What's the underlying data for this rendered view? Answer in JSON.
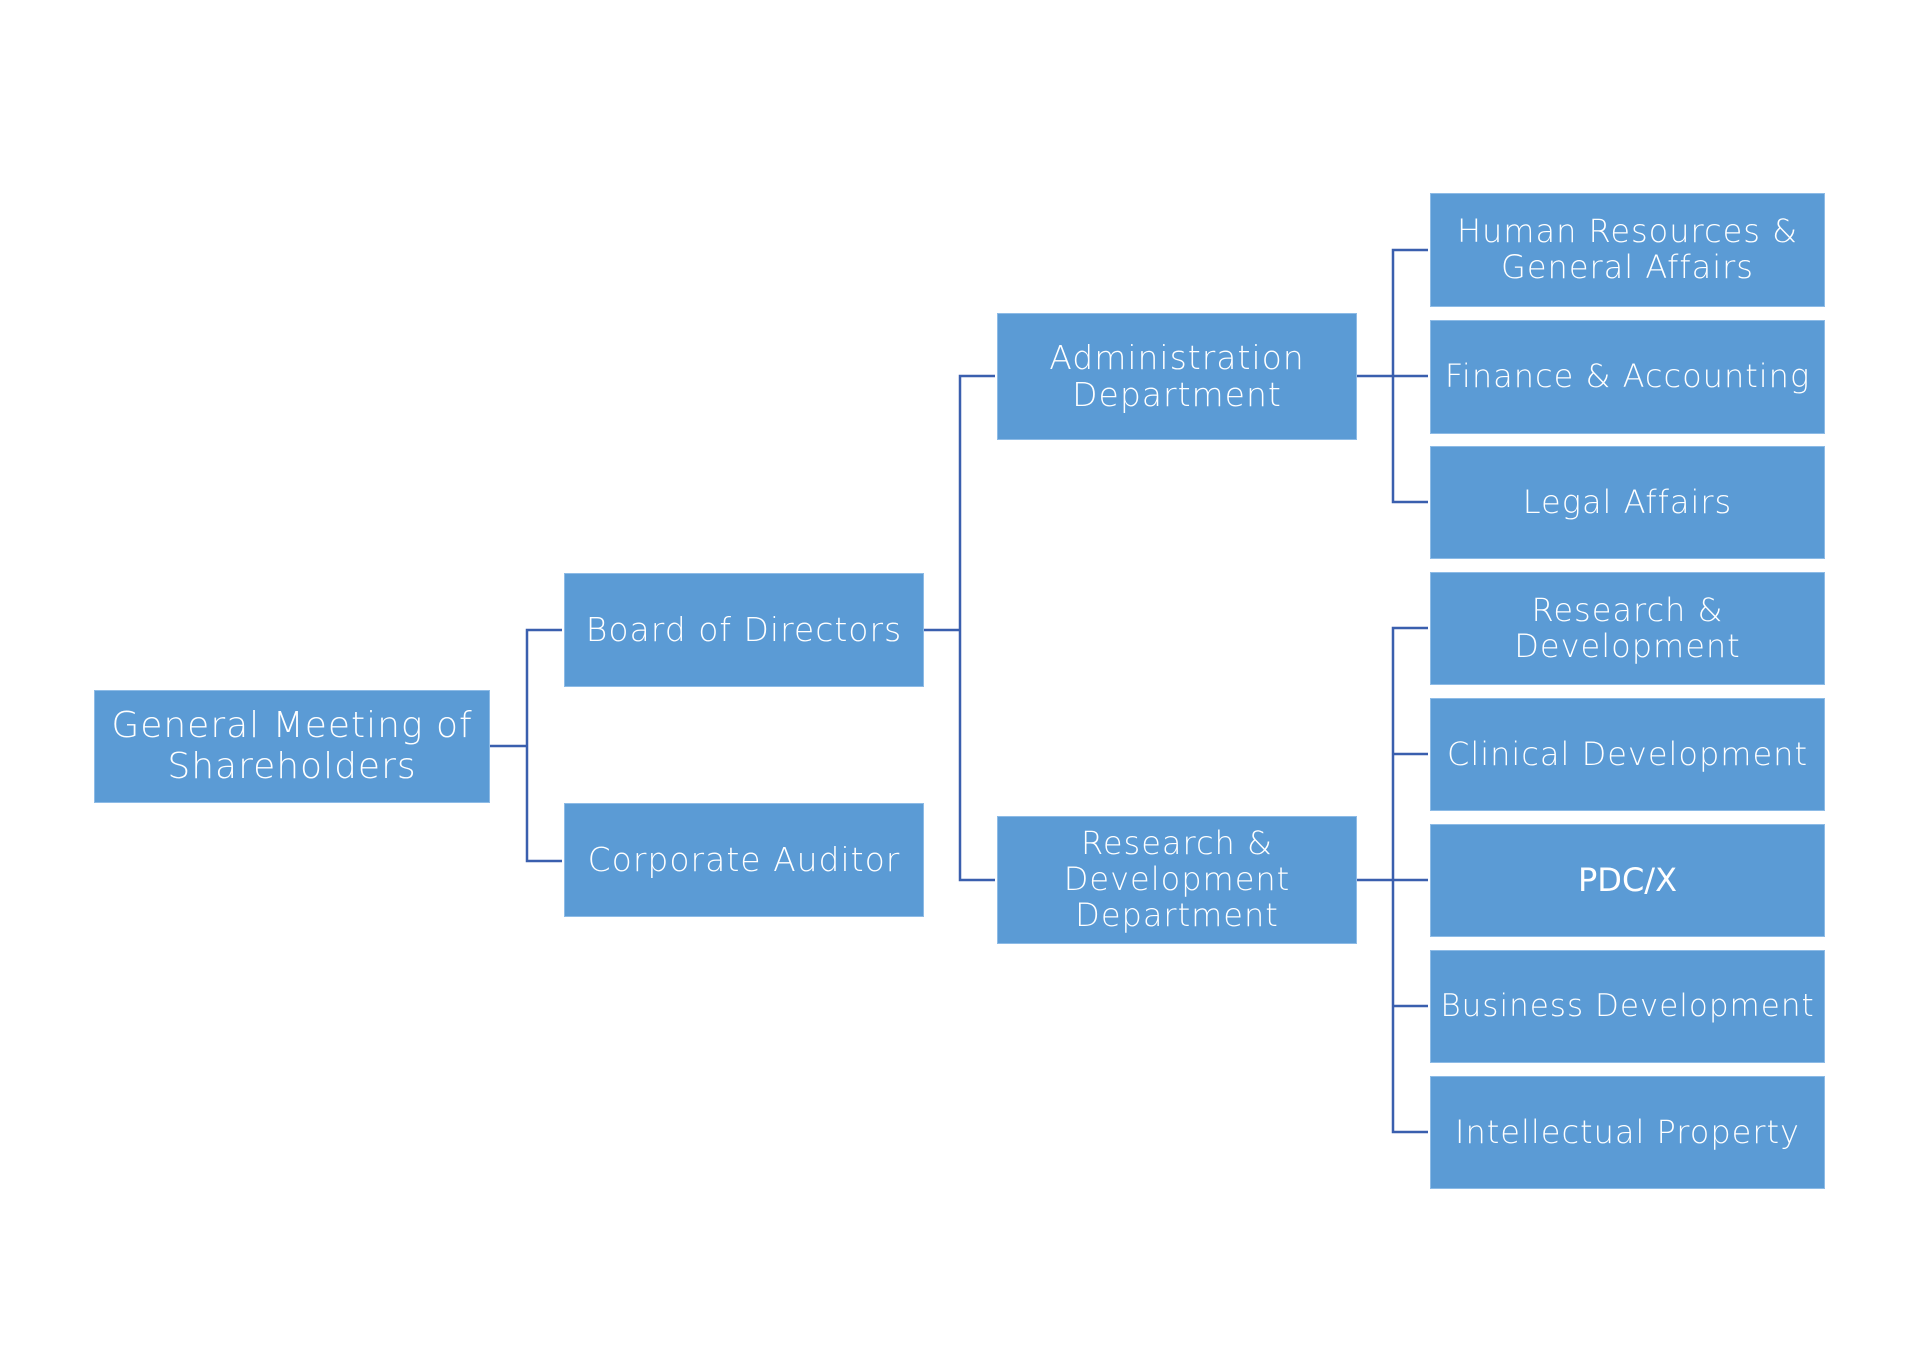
{
  "diagram": {
    "type": "org-chart",
    "colors": {
      "box_fill": "#5b9bd5",
      "box_text": "#ffffff",
      "connector": "#3a5fae",
      "background": "#ffffff"
    },
    "root": {
      "id": "gms",
      "label": "General Meeting of\nShareholders",
      "children": [
        {
          "id": "board",
          "label": "Board of Directors",
          "children": [
            {
              "id": "admin",
              "label": "Administration\nDepartment",
              "children": [
                {
                  "id": "hr",
                  "label": "Human Resources &\nGeneral Affairs"
                },
                {
                  "id": "finance",
                  "label": "Finance & Accounting"
                },
                {
                  "id": "legal",
                  "label": "Legal Affairs"
                }
              ]
            },
            {
              "id": "rnd-dept",
              "label": "Research &\nDevelopment\nDepartment",
              "children": [
                {
                  "id": "rnd",
                  "label": "Research &\nDevelopment"
                },
                {
                  "id": "clinical",
                  "label": "Clinical Development"
                },
                {
                  "id": "pdcx",
                  "label": "PDC/X"
                },
                {
                  "id": "bizdev",
                  "label": "Business Development"
                },
                {
                  "id": "ip",
                  "label": "Intellectual Property"
                }
              ]
            }
          ]
        },
        {
          "id": "auditor",
          "label": "Corporate Auditor"
        }
      ]
    }
  },
  "nodes": {
    "gms": "General Meeting of\nShareholders",
    "board": "Board of Directors",
    "auditor": "Corporate Auditor",
    "admin": "Administration\nDepartment",
    "rnd_dept": "Research &\nDevelopment\nDepartment",
    "hr": "Human Resources &\nGeneral Affairs",
    "finance": "Finance & Accounting",
    "legal": "Legal Affairs",
    "rnd": "Research &\nDevelopment",
    "clinical": "Clinical Development",
    "pdcx": "PDC/X",
    "bizdev": "Business Development",
    "ip": "Intellectual Property"
  }
}
